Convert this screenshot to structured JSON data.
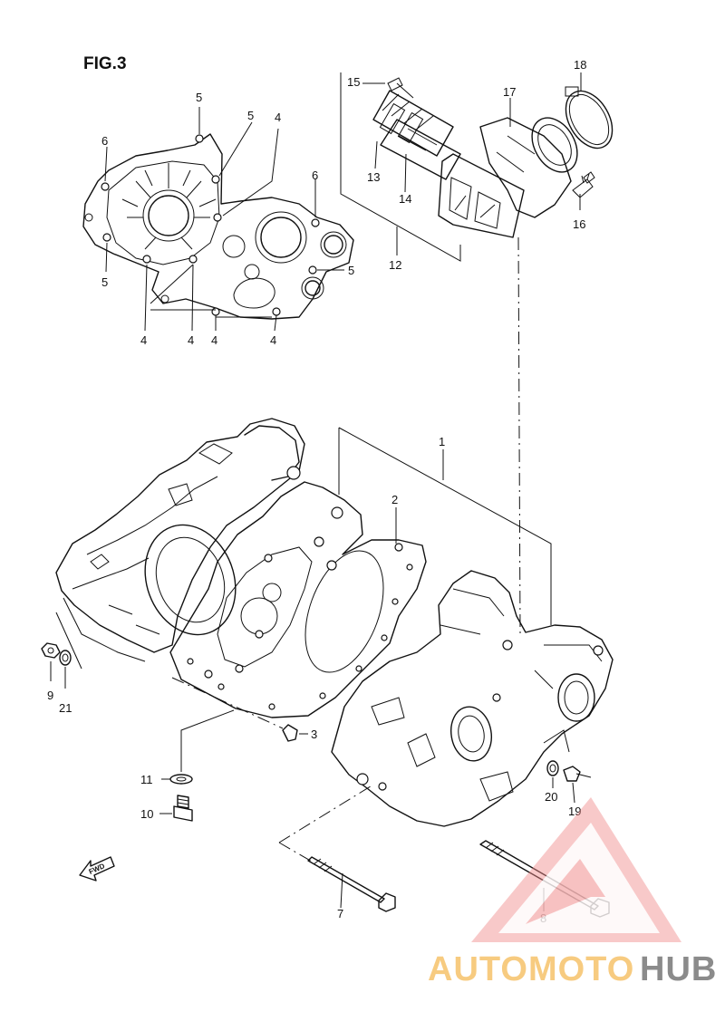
{
  "figure": {
    "title": "FIG.3"
  },
  "fwd_arrow": {
    "label": "FWD"
  },
  "callouts": [
    {
      "id": "c1",
      "label": "1"
    },
    {
      "id": "c2",
      "label": "2"
    },
    {
      "id": "c3",
      "label": "3"
    },
    {
      "id": "c4a",
      "label": "4"
    },
    {
      "id": "c4b",
      "label": "4"
    },
    {
      "id": "c4c",
      "label": "4"
    },
    {
      "id": "c4d",
      "label": "4"
    },
    {
      "id": "c4e",
      "label": "4"
    },
    {
      "id": "c5a",
      "label": "5"
    },
    {
      "id": "c5b",
      "label": "5"
    },
    {
      "id": "c5c",
      "label": "5"
    },
    {
      "id": "c5d",
      "label": "5"
    },
    {
      "id": "c6a",
      "label": "6"
    },
    {
      "id": "c6b",
      "label": "6"
    },
    {
      "id": "c7",
      "label": "7"
    },
    {
      "id": "c8",
      "label": "8"
    },
    {
      "id": "c9",
      "label": "9"
    },
    {
      "id": "c10",
      "label": "10"
    },
    {
      "id": "c11",
      "label": "11"
    },
    {
      "id": "c12",
      "label": "12"
    },
    {
      "id": "c13",
      "label": "13"
    },
    {
      "id": "c14",
      "label": "14"
    },
    {
      "id": "c15",
      "label": "15"
    },
    {
      "id": "c16",
      "label": "16"
    },
    {
      "id": "c17",
      "label": "17"
    },
    {
      "id": "c18",
      "label": "18"
    },
    {
      "id": "c19",
      "label": "19"
    },
    {
      "id": "c20",
      "label": "20"
    },
    {
      "id": "c21",
      "label": "21"
    }
  ],
  "watermark": {
    "word_part1": "AUTOMOTO",
    "word_part2": "HUB",
    "color_primary": "#f08a8a",
    "color_accent": "#f6c26a",
    "color_dark": "#777777"
  }
}
